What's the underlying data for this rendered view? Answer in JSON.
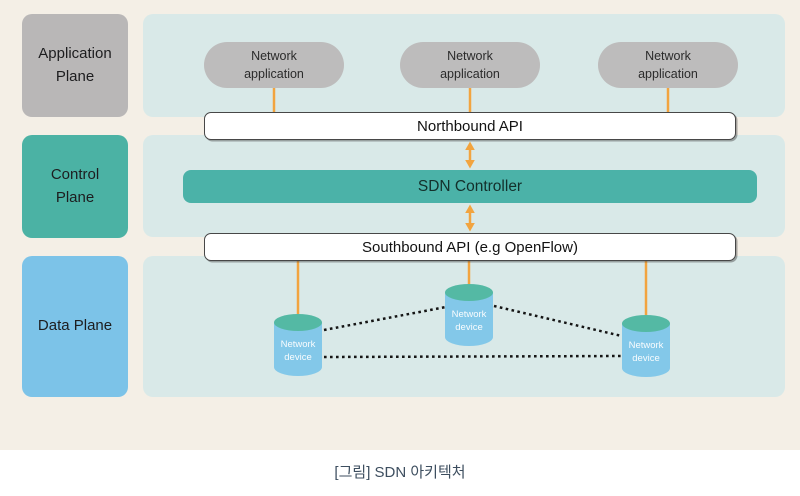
{
  "planes": [
    {
      "label": "Application Plane"
    },
    {
      "label": "Control Plane"
    },
    {
      "label": "Data Plane"
    }
  ],
  "applications": [
    {
      "label": "Network application"
    },
    {
      "label": "Network application"
    },
    {
      "label": "Network application"
    }
  ],
  "apis": {
    "northbound": "Northbound API",
    "controller": "SDN Controller",
    "southbound": "Southbound API (e.g OpenFlow)"
  },
  "devices": [
    {
      "label": "Network device"
    },
    {
      "label": "Network device"
    },
    {
      "label": "Network device"
    }
  ],
  "caption": "[그림] SDN 아키텍처",
  "colors": {
    "background": "#f4efe6",
    "plane_band": "#d9e9e8",
    "application_gray": "#b9b7b7",
    "control_teal": "#4bb2a5",
    "data_blue": "#7cc3e8",
    "cylinder_body": "#83c8e9",
    "cylinder_cap": "#54b9a4",
    "connector_orange": "#f2a43f",
    "mesh_dotted": "#141414",
    "caption_text": "#3d4e5f"
  }
}
